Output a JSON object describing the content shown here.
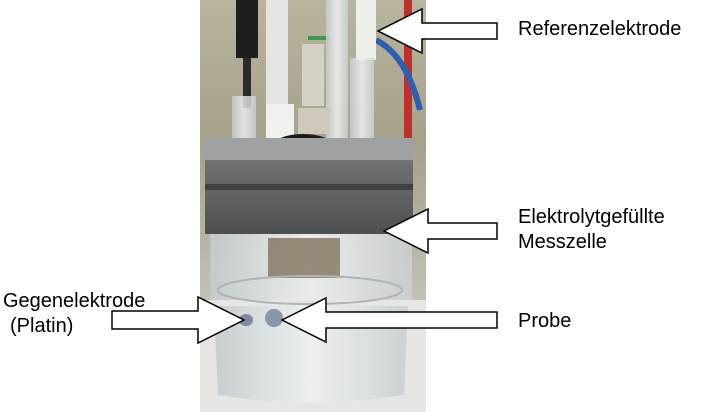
{
  "labels": {
    "reference_electrode": "Referenzelektrode",
    "measuring_cell_line1": "Elektrolytgefüllte",
    "measuring_cell_line2": "Messzelle",
    "sample": "Probe",
    "counter_electrode_line1": "Gegenelektrode",
    "counter_electrode_line2": "(Platin)"
  },
  "colors": {
    "photo_background": "#a9a48f",
    "cell_lid": "#5f6163",
    "glass": "#d8dedf",
    "arrow_outline": "#000000",
    "arrow_fill": "#ffffff"
  }
}
